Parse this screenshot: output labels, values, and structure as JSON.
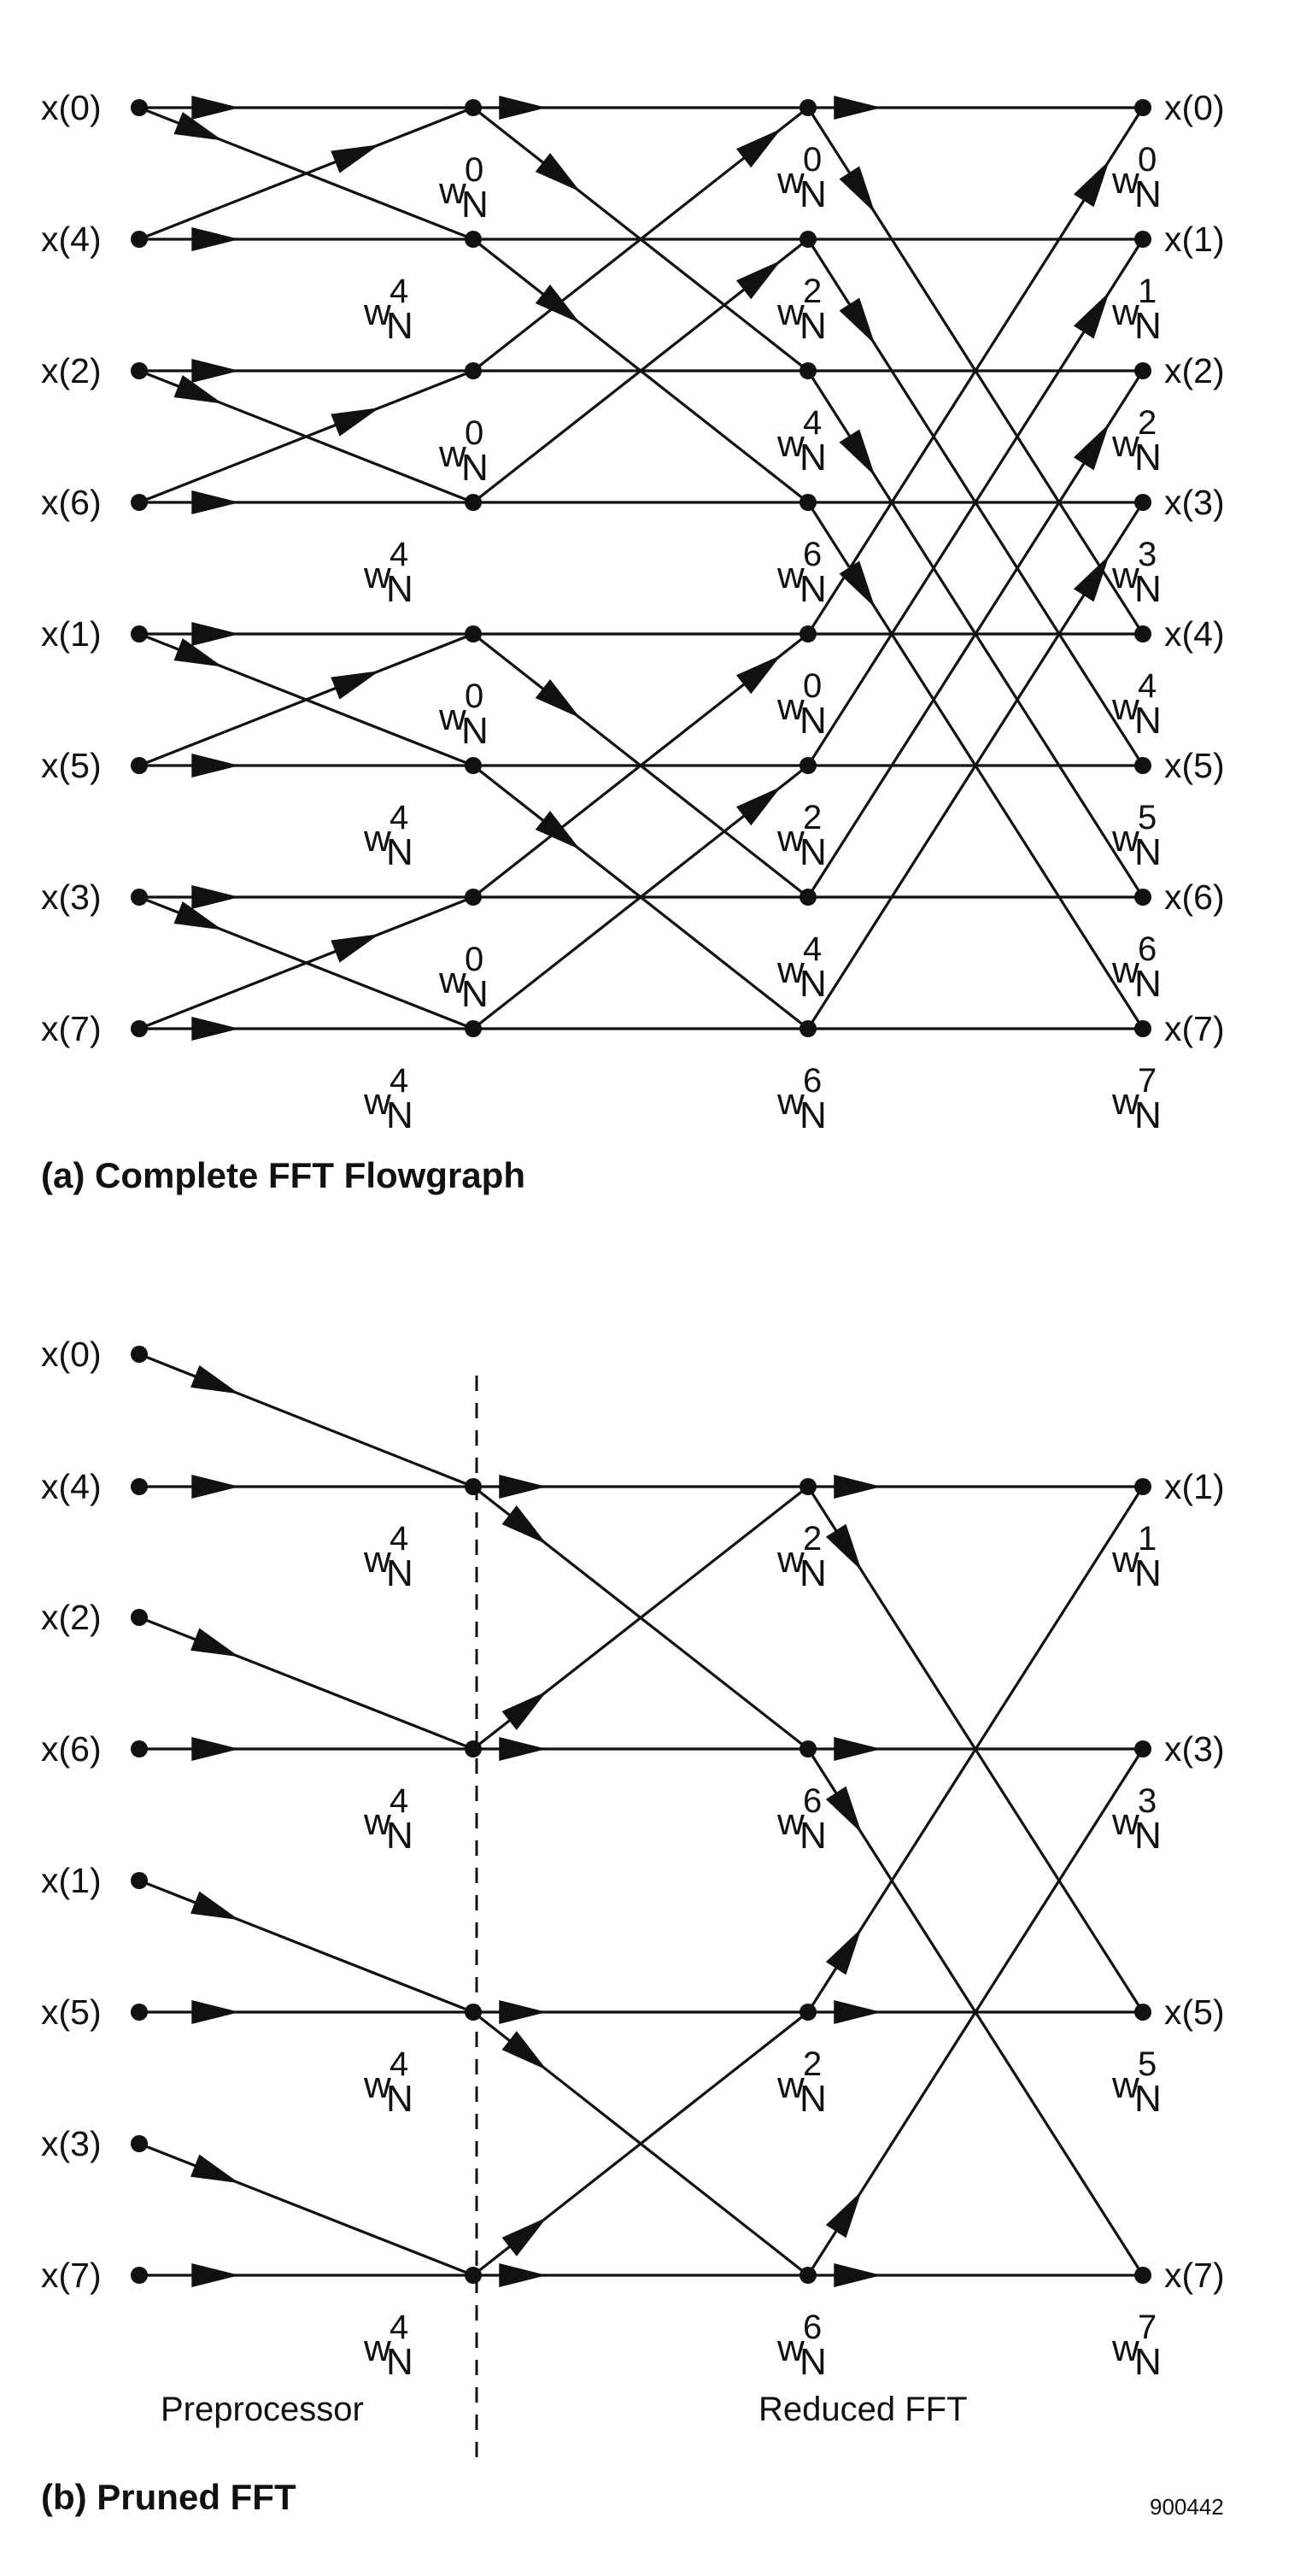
{
  "figure_a": {
    "caption": "(a) Complete FFT Flowgraph",
    "inputs": [
      "x(0)",
      "x(4)",
      "x(2)",
      "x(6)",
      "x(1)",
      "x(5)",
      "x(3)",
      "x(7)"
    ],
    "outputs": [
      "x(0)",
      "x(1)",
      "x(2)",
      "x(3)",
      "x(4)",
      "x(5)",
      "x(6)",
      "x(7)"
    ],
    "twiddle_base": "w",
    "twiddle_sub": "N",
    "stage1_twiddles": [
      "0",
      "4",
      "0",
      "4",
      "0",
      "4",
      "0",
      "4"
    ],
    "stage2_twiddles": [
      "0",
      "2",
      "4",
      "6",
      "0",
      "2",
      "4",
      "6"
    ],
    "stage3_twiddles": [
      "0",
      "1",
      "2",
      "3",
      "4",
      "5",
      "6",
      "7"
    ]
  },
  "figure_b": {
    "caption": "(b) Pruned FFT",
    "inputs": [
      "x(0)",
      "x(4)",
      "x(2)",
      "x(6)",
      "x(1)",
      "x(5)",
      "x(3)",
      "x(7)"
    ],
    "outputs": [
      "x(1)",
      "x(3)",
      "x(5)",
      "x(7)"
    ],
    "twiddle_base": "w",
    "twiddle_sub": "N",
    "stage1_twiddles": [
      "4",
      "4",
      "4",
      "4"
    ],
    "stage2_twiddles": [
      "2",
      "6",
      "2",
      "6"
    ],
    "stage3_twiddles": [
      "1",
      "3",
      "5",
      "7"
    ],
    "preprocessor_label": "Preprocessor",
    "reduced_label": "Reduced FFT"
  },
  "figure_id": "900442"
}
